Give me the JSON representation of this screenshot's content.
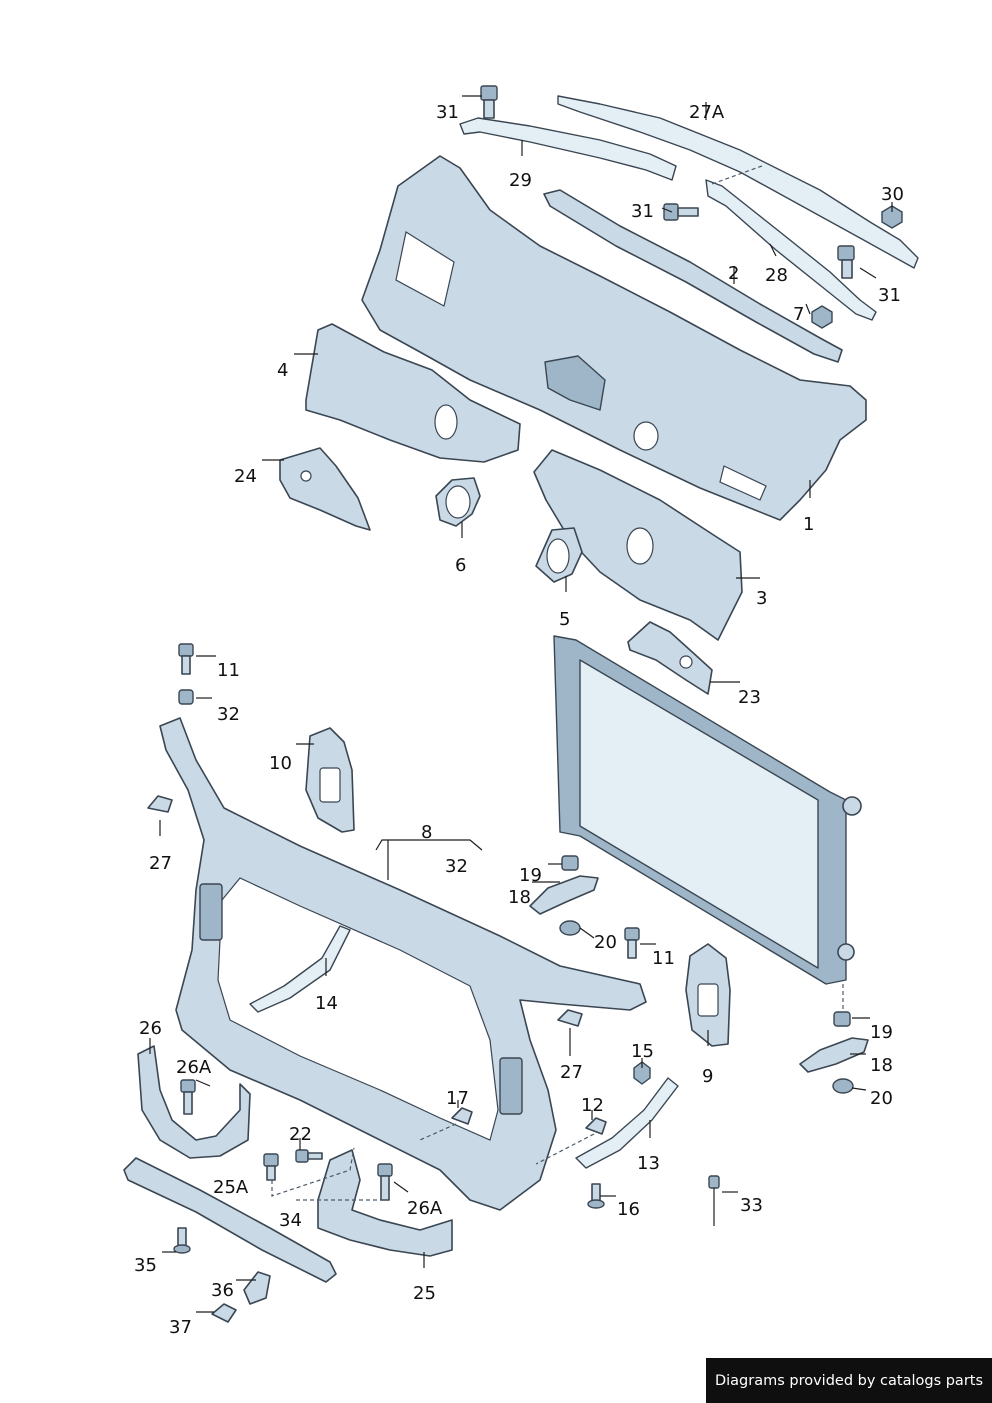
{
  "callouts": {
    "c1": "1",
    "c2": "2",
    "c3": "3",
    "c4": "4",
    "c5": "5",
    "c6": "6",
    "c7": "7",
    "c8": "8",
    "c9": "9",
    "c10": "10",
    "c11a": "11",
    "c11b": "11",
    "c12": "12",
    "c13": "13",
    "c14": "14",
    "c15": "15",
    "c16": "16",
    "c17": "17",
    "c18a": "18",
    "c18b": "18",
    "c19a": "19",
    "c19b": "19",
    "c20a": "20",
    "c20b": "20",
    "c22": "22",
    "c23": "23",
    "c24": "24",
    "c25": "25",
    "c25A": "25A",
    "c26": "26",
    "c26Aa": "26A",
    "c26Ab": "26A",
    "c27a": "27",
    "c27b": "27",
    "c27A": "27A",
    "c28": "28",
    "c29": "29",
    "c30": "30",
    "c31a": "31",
    "c31b": "31",
    "c31c": "31",
    "c32a": "32",
    "c32b": "32",
    "c33": "33",
    "c34": "34",
    "c35": "35",
    "c36": "36",
    "c37": "37"
  },
  "footer": {
    "text": "Diagrams provided by catalogs parts"
  },
  "colors": {
    "part_fill": "#c9d9e6",
    "part_stroke": "#3a4652",
    "footer_bg": "#0f0f0f"
  }
}
